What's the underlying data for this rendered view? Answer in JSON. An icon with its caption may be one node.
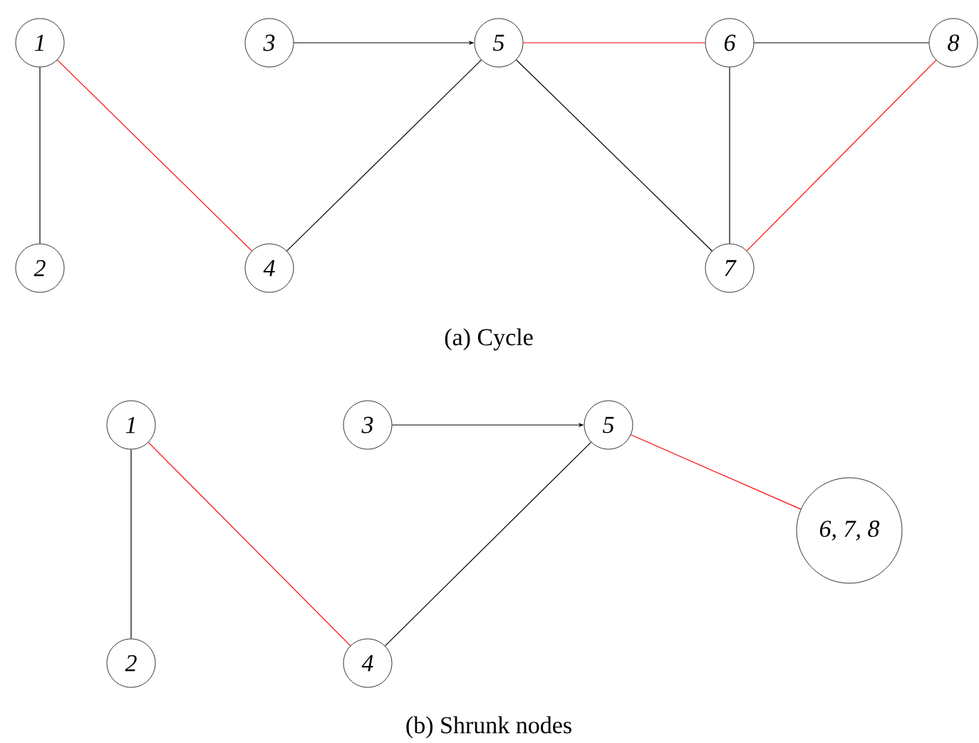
{
  "diagram": {
    "nodes": [
      {
        "text": [
          "1"
        ]
      },
      {
        "text": [
          "2"
        ]
      },
      {
        "text": [
          "3"
        ]
      },
      {
        "text": [
          "4"
        ]
      },
      {
        "text": [
          "5"
        ]
      },
      {
        "text": [
          "6"
        ]
      },
      {
        "text": [
          "7"
        ]
      },
      {
        "text": [
          "8"
        ]
      },
      {
        "text": [
          "1"
        ]
      },
      {
        "text": [
          "2"
        ]
      },
      {
        "text": [
          "3"
        ]
      },
      {
        "text": [
          "4"
        ]
      },
      {
        "text": [
          "5"
        ]
      },
      {
        "text": [
          "6, 7, 8"
        ]
      }
    ],
    "edges": [
      {
        "from": 0,
        "to": 1,
        "arrow": "none"
      },
      {
        "from": 0,
        "to": 3,
        "arrow": "none",
        "color": "#ff0000"
      },
      {
        "from": 2,
        "to": 4,
        "arrow": "to"
      },
      {
        "from": 3,
        "to": 4,
        "arrow": "none"
      },
      {
        "from": 4,
        "to": 5,
        "arrow": "none",
        "color": "#ff0000"
      },
      {
        "from": 4,
        "to": 6,
        "arrow": "none"
      },
      {
        "from": 5,
        "to": 7,
        "arrow": "none"
      },
      {
        "from": 5,
        "to": 6,
        "arrow": "none"
      },
      {
        "from": 6,
        "to": 7,
        "arrow": "none",
        "color": "#ff0000"
      },
      {
        "from": 8,
        "to": 9,
        "arrow": "none"
      },
      {
        "from": 8,
        "to": 11,
        "arrow": "none",
        "color": "#ff0000"
      },
      {
        "from": 10,
        "to": 12,
        "arrow": "to"
      },
      {
        "from": 11,
        "to": 12,
        "arrow": "none"
      },
      {
        "from": 12,
        "to": 13,
        "arrow": "none",
        "color": "#ff0000"
      }
    ],
    "labels": [
      "(a) Cycle",
      "(b) Shrunk nodes"
    ]
  }
}
